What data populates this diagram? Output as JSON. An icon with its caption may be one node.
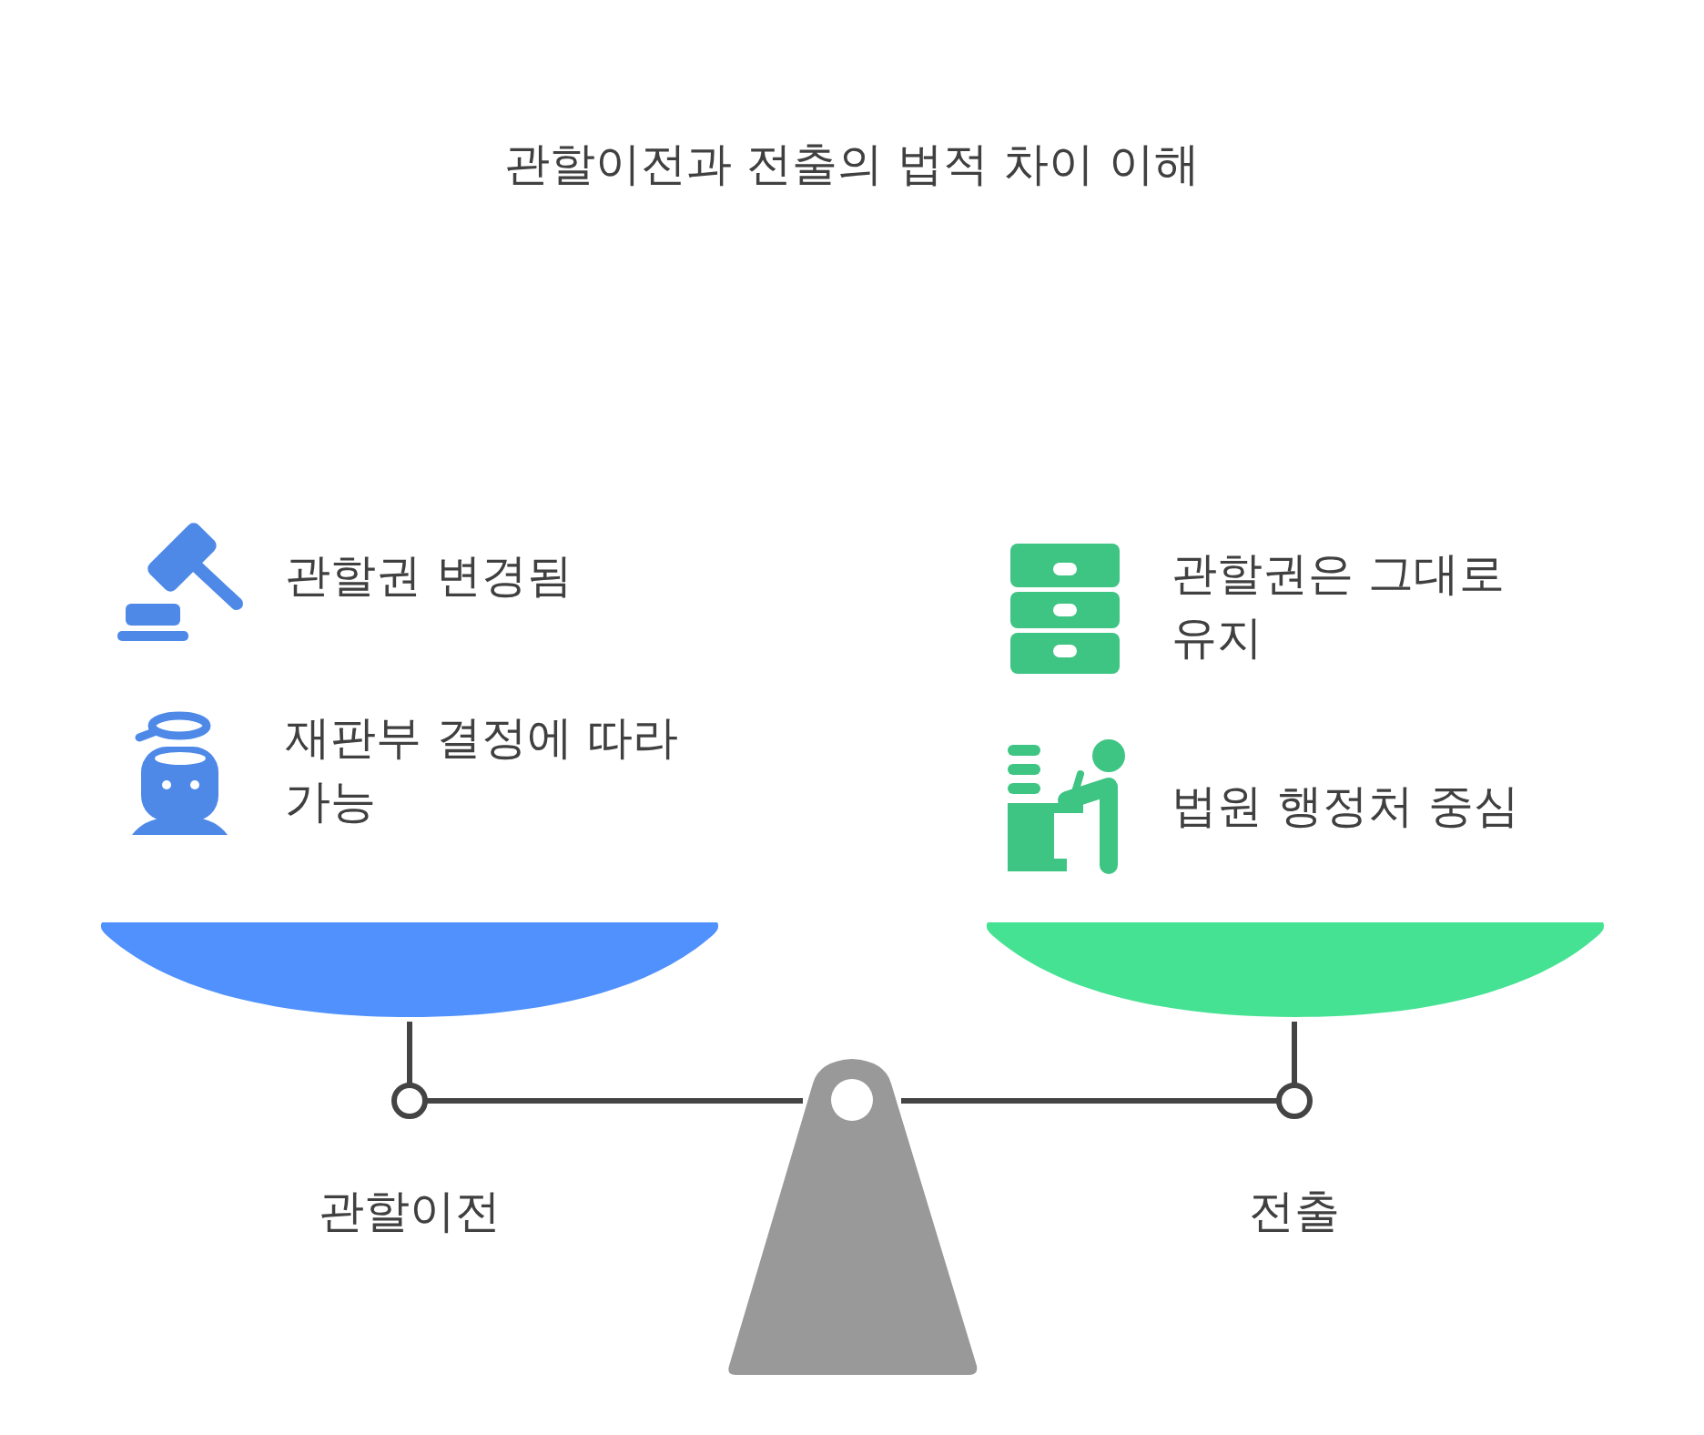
{
  "diagram": {
    "title": "관할이전과 전출의 법적 차이 이해",
    "labels": [
      "관할권 변경됨",
      "재판부 결정에 따라 가능",
      "관할권은 그대로 유지",
      "법원 행정처 중심",
      "관할이전",
      "전출"
    ]
  }
}
